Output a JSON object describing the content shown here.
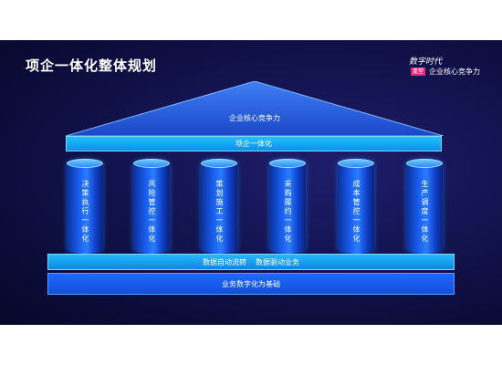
{
  "slide": {
    "title": "项企一体化整体规划",
    "brand": {
      "line1": "数字时代",
      "tag": "重塑",
      "line2": "企业核心竞争力"
    }
  },
  "roof": {
    "label": "企业核心竞争力"
  },
  "beam": {
    "label": "项企一体化"
  },
  "pillars": [
    {
      "label": "决策执行一体化"
    },
    {
      "label": "风险管控一体化"
    },
    {
      "label": "策划施工一体化"
    },
    {
      "label": "采购履约一体化"
    },
    {
      "label": "成本管控一体化"
    },
    {
      "label": "生产调度一体化"
    }
  ],
  "base": {
    "top_left": "数据自动流转",
    "top_right": "数据驱动业务",
    "bottom": "业务数字化为基础"
  },
  "colors": {
    "background": "#141452",
    "accent_cyan": "#22c0ff",
    "accent_blue": "#1f68ff",
    "brand_tag": "#e0257a"
  }
}
